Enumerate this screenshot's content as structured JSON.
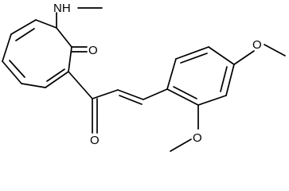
{
  "molecule": {
    "labels": {
      "nh": "NH",
      "ketone_o": "O",
      "enone_o": "O",
      "ome_para_o": "O",
      "ome_ortho_o": "O"
    }
  }
}
